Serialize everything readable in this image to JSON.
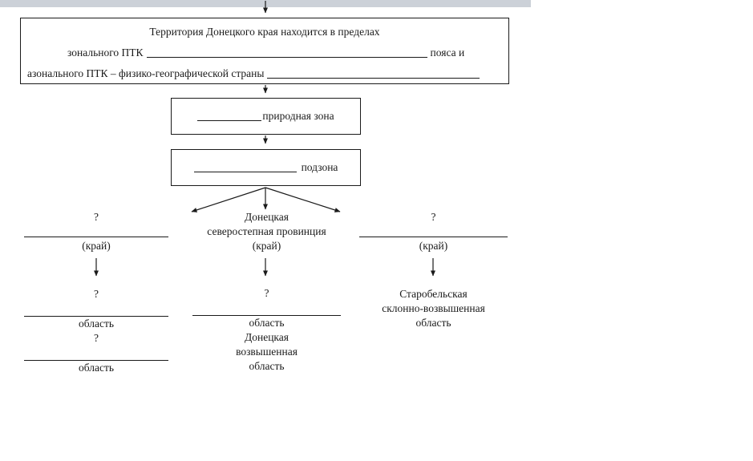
{
  "page": {
    "background": "#ffffff",
    "top_bar_color": "#ccd1d8",
    "text_color": "#1a1a1a",
    "border_color": "#1a1a1a"
  },
  "intro_box": {
    "line1": "Территория Донецкого края находится в пределах",
    "line2": {
      "label": "зонального ПТК",
      "tail": "пояса и"
    },
    "line3": {
      "label": "азонального ПТК – физико-географической страны"
    }
  },
  "zone_box": {
    "label": "природная зона"
  },
  "subzone_box": {
    "label": "подзона"
  },
  "branches": {
    "left": {
      "question": "?",
      "unit": "(край)",
      "item1": {
        "question": "?",
        "label": "область"
      },
      "item2": {
        "question": "?",
        "label": "область"
      }
    },
    "middle": {
      "title_line1": "Донецкая",
      "title_line2": "северостепная провинция",
      "unit": "(край)",
      "item": {
        "question": "?",
        "label": "область"
      },
      "answer": {
        "line1": "Донецкая",
        "line2": "возвышенная",
        "line3": "область"
      }
    },
    "right": {
      "question": "?",
      "unit": "(край)",
      "answer": {
        "line1": "Старобельская",
        "line2": "склонно-возвышенная",
        "line3": "область"
      }
    }
  }
}
